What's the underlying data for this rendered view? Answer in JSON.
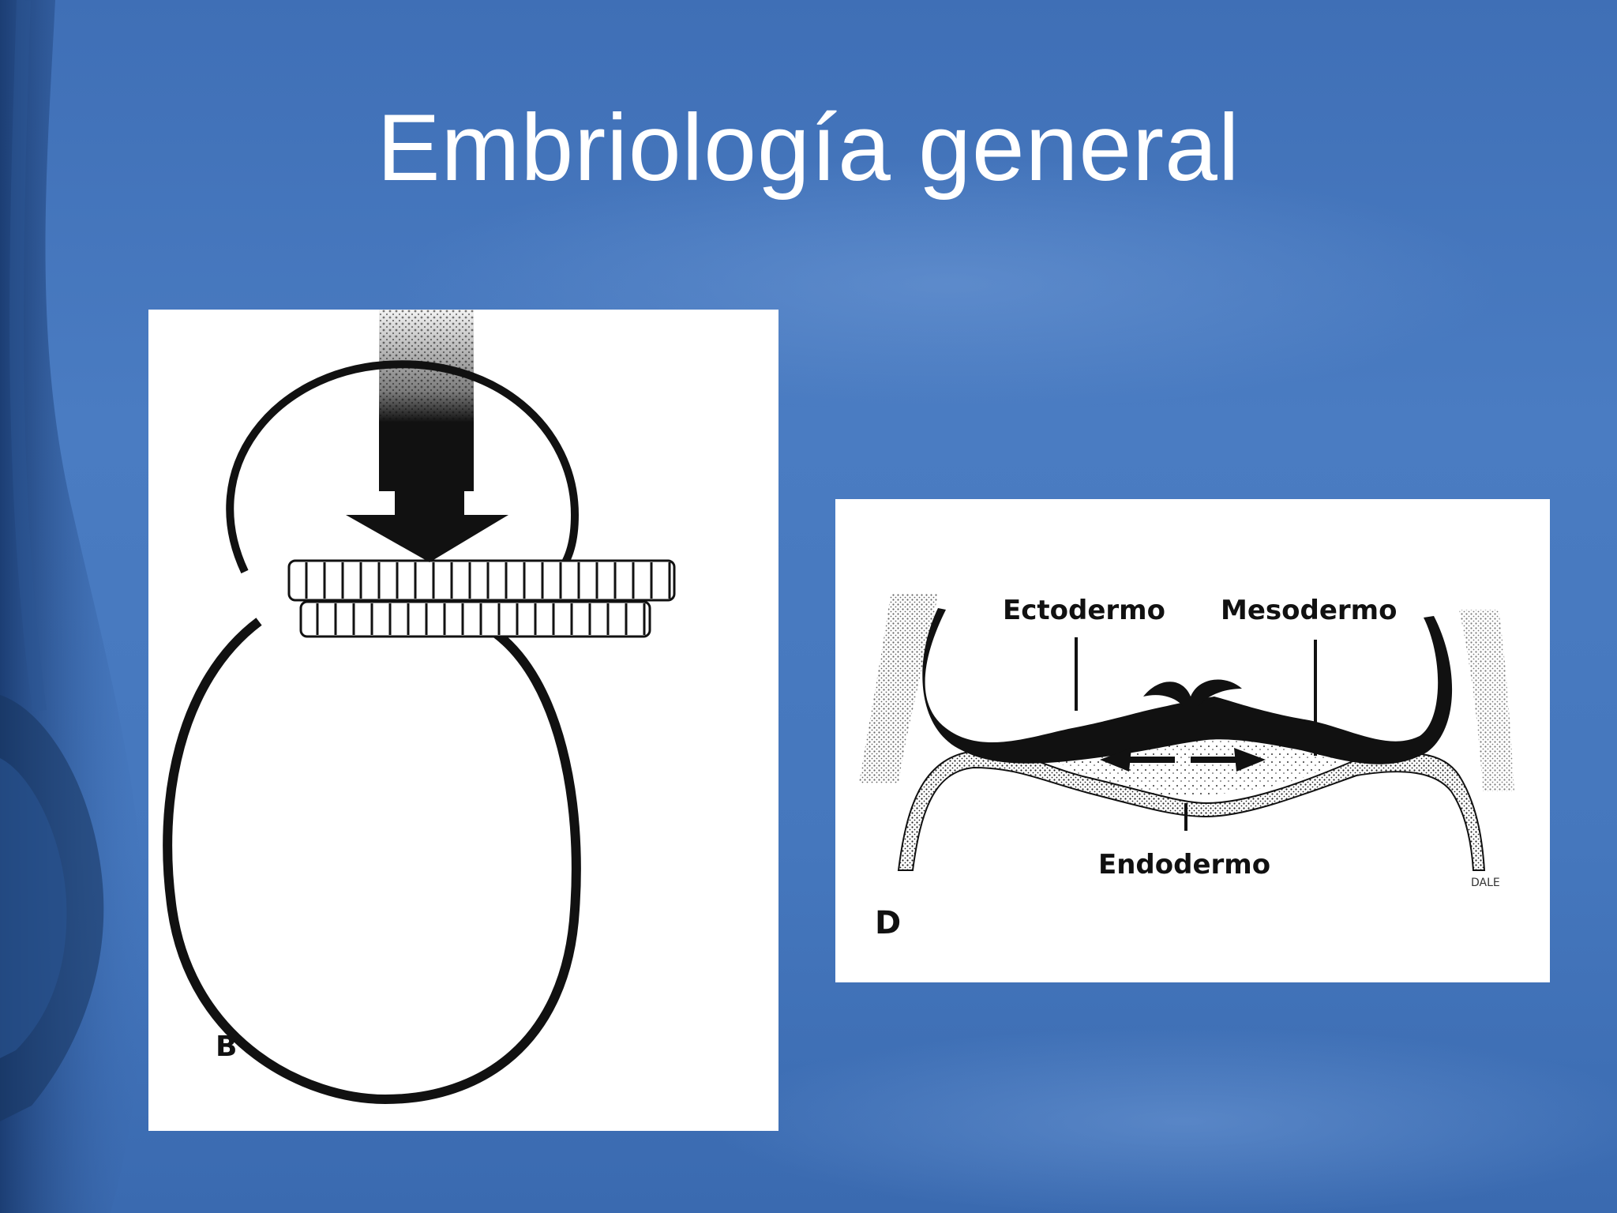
{
  "slide": {
    "title": "Embriología general"
  },
  "figure_b": {
    "panel_label": "B"
  },
  "figure_d": {
    "panel_label": "D",
    "labels": {
      "ectoderm": "Ectodermo",
      "mesoderm": "Mesodermo",
      "endoderm": "Endodermo"
    },
    "signature": "DALE"
  },
  "colors": {
    "background": "#4577bd",
    "title_text": "#ffffff",
    "panel_bg": "#ffffff",
    "ink": "#111111"
  }
}
